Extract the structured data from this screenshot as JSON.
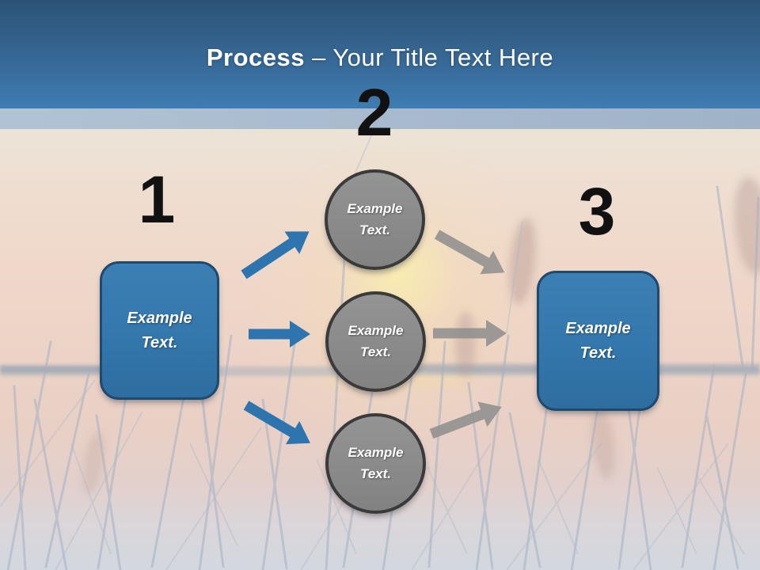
{
  "header": {
    "title_bold": "Process",
    "title_rest": "– Your Title Text Here"
  },
  "diagram": {
    "steps": [
      {
        "number": "1",
        "label": "Example Text."
      },
      {
        "number": "2",
        "labels": [
          "Example Text.",
          "Example Text.",
          "Example Text."
        ]
      },
      {
        "number": "3",
        "label": "Example Text."
      }
    ]
  },
  "colors": {
    "header_blue_top": "#2c5377",
    "header_blue_bottom": "#3e7cb2",
    "accent_strip": "#a7bace",
    "shape_blue": "#3377ac",
    "shape_blue_border": "#1e4a6e",
    "shape_gray": "#8a8a8a",
    "shape_gray_border": "#3a3a3a",
    "arrow_blue": "#2e74ae",
    "arrow_gray": "#8e8e8e",
    "number_color": "#111111",
    "title_color": "#ffffff"
  }
}
